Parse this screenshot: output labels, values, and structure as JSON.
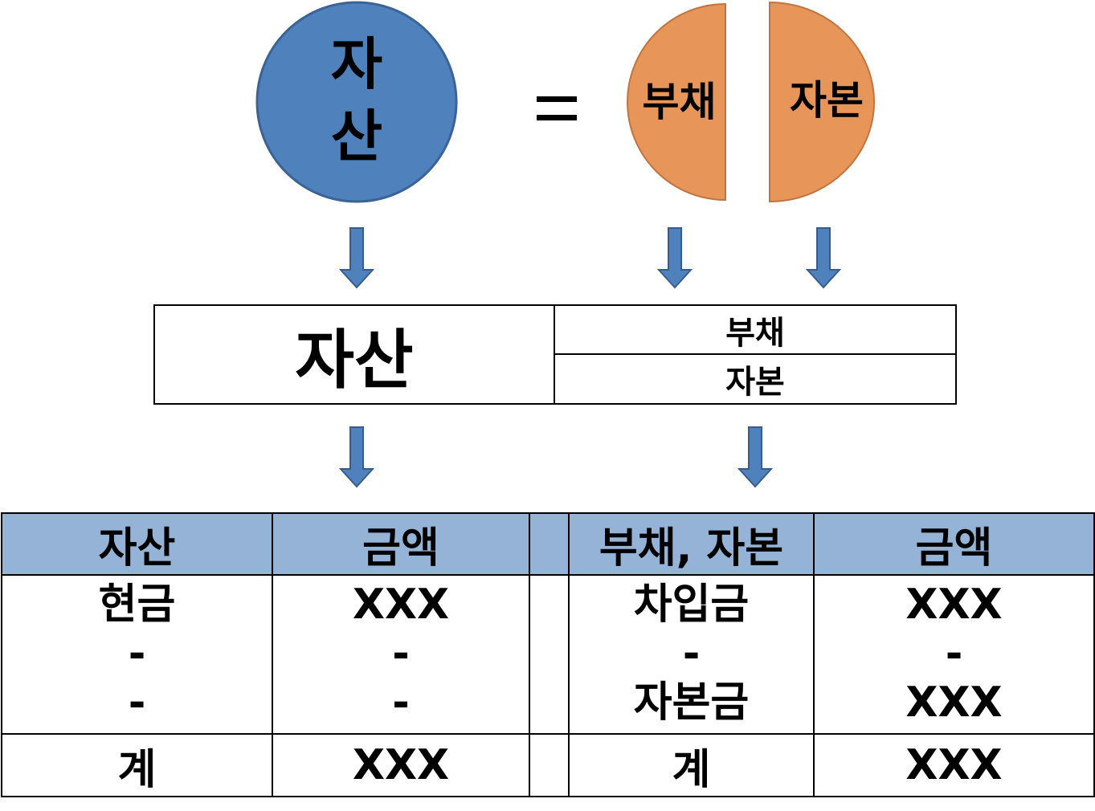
{
  "top": {
    "asset_circle_line1": "자",
    "asset_circle_line2": "산",
    "equals": "=",
    "liability_half": "부채",
    "capital_half": "자본"
  },
  "middle": {
    "asset": "자산",
    "liability": "부채",
    "capital": "자본"
  },
  "table": {
    "headers": [
      "자산",
      "금액",
      "",
      "부채, 자본",
      "금액"
    ],
    "body": {
      "asset_items": [
        "현금",
        "-",
        "-"
      ],
      "asset_amounts": [
        "XXX",
        "-",
        "-"
      ],
      "liability_items": [
        "차입금",
        "-",
        "자본금"
      ],
      "liability_amounts": [
        "XXX",
        "-",
        "XXX"
      ]
    },
    "total": [
      "계",
      "XXX",
      "",
      "계",
      "XXX"
    ]
  },
  "colors": {
    "asset_circle": "#4f81bd",
    "liability_capital": "#e8955a",
    "header_fill": "#95b3d7",
    "arrow": "#4f81bd"
  }
}
